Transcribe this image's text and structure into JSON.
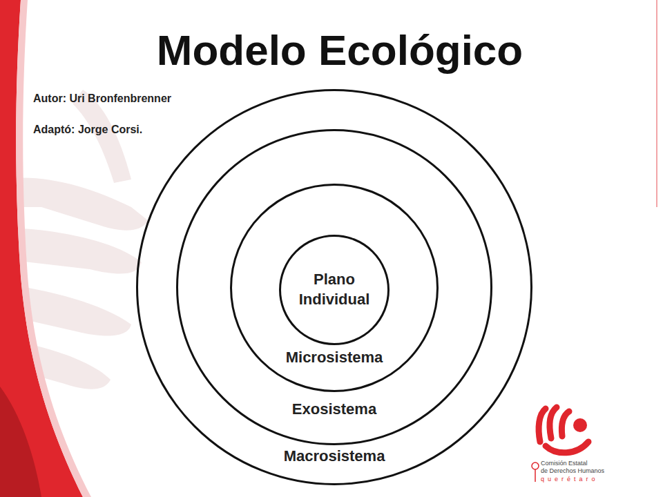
{
  "diagram": {
    "title": "Modelo Ecológico",
    "nodes": [
      {
        "text": [
          "Macrosistema"
        ]
      },
      {
        "text": [
          "Exosistema"
        ],
        "in": 0
      },
      {
        "text": [
          "Microsistema"
        ],
        "in": 1
      },
      {
        "text": [
          "Plano Individual"
        ],
        "in": 2
      }
    ],
    "labels": [
      "Autor: Uri Bronfenbrenner",
      "Adaptó: Jorge Corsi.",
      "Comisión Estatal",
      "de Derechos Humanos",
      "querétaro"
    ]
  }
}
